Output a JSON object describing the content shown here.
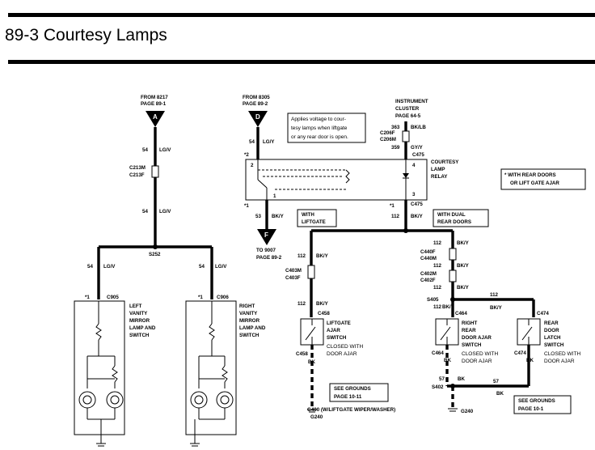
{
  "title": "89-3 Courtesy Lamps",
  "colors": {
    "ink": "#000000",
    "background": "#ffffff"
  },
  "connectors": {
    "A": {
      "letter": "A",
      "from_1": "FROM 8217",
      "from_2": "PAGE 89-1"
    },
    "D": {
      "letter": "D",
      "from_1": "FROM 8305",
      "from_2": "PAGE 89-2"
    },
    "F": {
      "letter": "F",
      "to_1": "TO 9007",
      "to_2": "PAGE 89-2"
    }
  },
  "instrument": {
    "l1": "INSTRUMENT",
    "l2": "CLUSTER",
    "l3": "PAGE 64-5"
  },
  "note": {
    "l1": "Applies voltage to cour-",
    "l2": "tesy lamps when liftgate",
    "l3": "or any rear door is open."
  },
  "relay": {
    "l1": "COURTESY",
    "l2": "LAMP",
    "l3": "RELAY",
    "pin2": "2",
    "pin4": "4",
    "pin1": "1",
    "pin3": "3"
  },
  "asterisk_note": {
    "l1": "* WITH REAR DOORS",
    "l2": "OR LIFT GATE AJAR"
  },
  "labels": {
    "w54": "54",
    "lgv": "LG/V",
    "lgy": "LG/Y",
    "c213m": "C213M",
    "c213f": "C213F",
    "s252": "S252",
    "w363": "363",
    "bklb": "BK/LB",
    "c206f": "C206F",
    "c206m": "C206M",
    "w359": "359",
    "gyy": "GY/Y",
    "c475a": "C475",
    "c475b": "C475",
    "w53": "53",
    "bky": "BK/Y",
    "w112": "112",
    "with_liftgate_1": "WITH",
    "with_liftgate_2": "LIFTGATE",
    "with_dual_1": "WITH DUAL",
    "with_dual_2": "REAR DOORS",
    "c403m": "C403M",
    "c403f": "C403F",
    "c440f": "C440F",
    "c440m": "C440M",
    "c402m": "C402M",
    "c402f": "C402F",
    "s405": "S405",
    "c905": "C905",
    "c906": "C906",
    "c458a": "C458",
    "c458b": "C458",
    "c464a": "C464",
    "c464b": "C464",
    "c474a": "C474",
    "c474b": "C474",
    "pin1": "*1",
    "pin2": "*2",
    "pin1b": "*1",
    "w57": "57",
    "bk": "BK",
    "s402": "S402",
    "g400": "G400 (W/LIFTGATE WIPER/WASHER)",
    "g240a": "G240",
    "g240b": "G240",
    "see_grounds_l1": "SEE GROUNDS",
    "see_grounds_l2a": "PAGE 10-11",
    "see_grounds_l2b": "PAGE 10-1"
  },
  "components": {
    "left_mirror": {
      "l1": "LEFT",
      "l2": "VANITY",
      "l3": "MIRROR",
      "l4": "LAMP AND",
      "l5": "SWITCH"
    },
    "right_mirror": {
      "l1": "RIGHT",
      "l2": "VANITY",
      "l3": "MIRROR",
      "l4": "LAMP AND",
      "l5": "SWITCH"
    },
    "liftgate_switch": {
      "l1": "LIFTGATE",
      "l2": "AJAR",
      "l3": "SWITCH",
      "l4": "CLOSED WITH",
      "l5": "DOOR AJAR"
    },
    "right_rear_switch": {
      "l1": "RIGHT",
      "l2": "REAR",
      "l3": "DOOR AJAR",
      "l4": "SWITCH",
      "l5": "CLOSED WITH",
      "l6": "DOOR AJAR"
    },
    "rear_latch_switch": {
      "l1": "REAR",
      "l2": "DOOR",
      "l3": "LATCH",
      "l4": "SWITCH",
      "l5": "CLOSED WITH",
      "l6": "DOOR AJAR"
    }
  }
}
